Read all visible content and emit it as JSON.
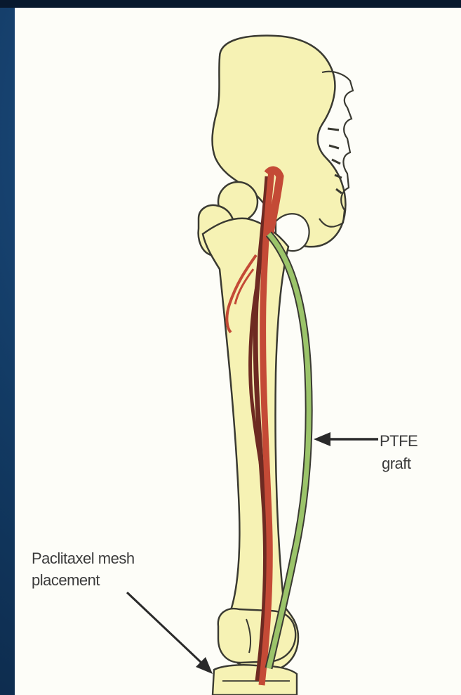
{
  "labels": {
    "ptfe_line1": "PTFE",
    "ptfe_line2": "graft",
    "mesh_line1": "Paclitaxel mesh",
    "mesh_line2": "placement"
  },
  "colors": {
    "bone_fill": "#f6f2b4",
    "bone_outline": "#3a3a32",
    "artery": "#c44a36",
    "vein": "#6e2a22",
    "graft": "#9bc46a",
    "panel": "#fdfdf8",
    "background": "#123a63"
  }
}
